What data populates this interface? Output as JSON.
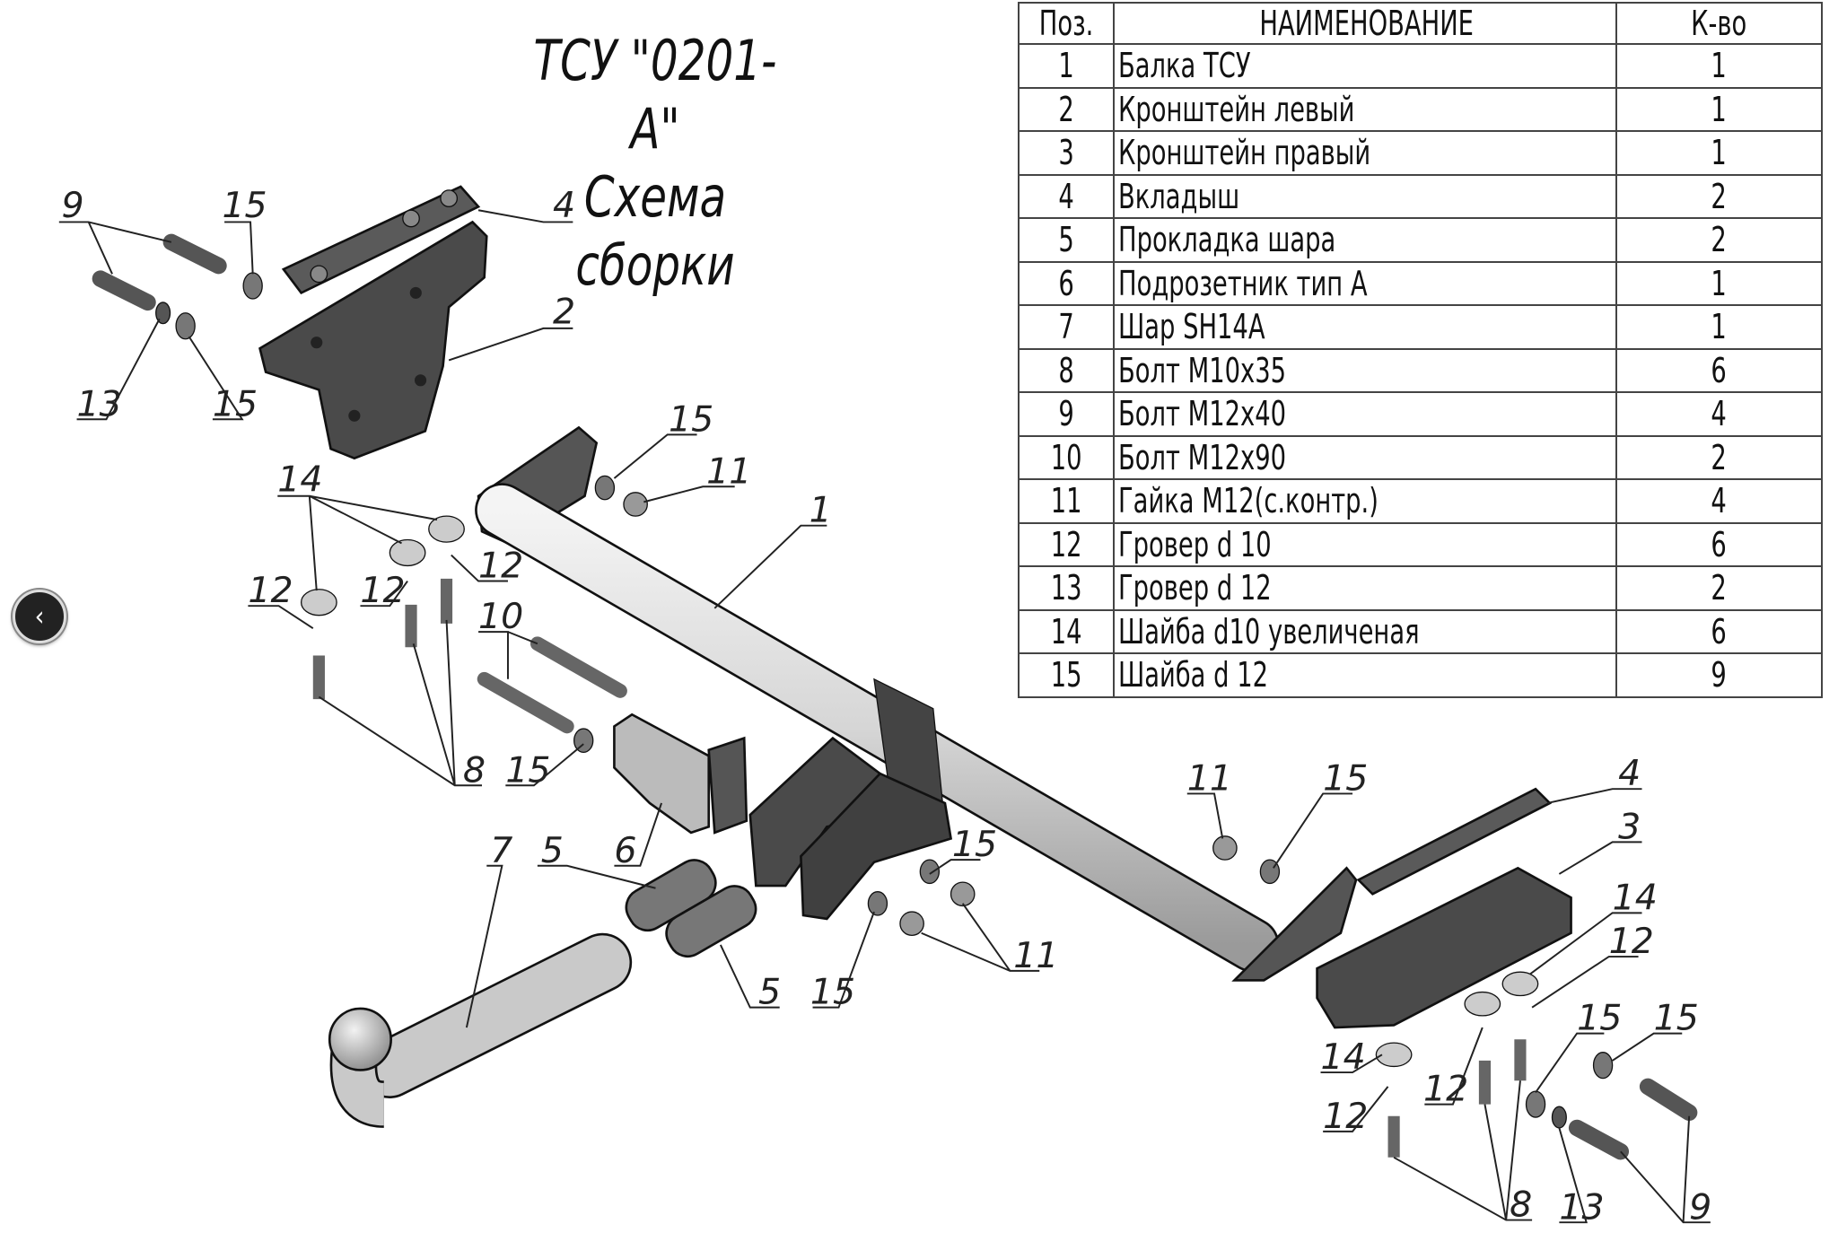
{
  "title": {
    "line1": "ТСУ \"0201-А\"",
    "line2": "Схема сборки"
  },
  "table": {
    "headers": {
      "pos": "Поз.",
      "name": "НАИМЕНОВАНИЕ",
      "qty": "К-во"
    },
    "rows": [
      {
        "pos": "1",
        "name": "Балка ТСУ",
        "qty": "1"
      },
      {
        "pos": "2",
        "name": "Кронштейн левый",
        "qty": "1"
      },
      {
        "pos": "3",
        "name": "Кронштейн правый",
        "qty": "1"
      },
      {
        "pos": "4",
        "name": "Вкладыш",
        "qty": "2"
      },
      {
        "pos": "5",
        "name": "Прокладка шара",
        "qty": "2"
      },
      {
        "pos": "6",
        "name": "Подрозетник тип А",
        "qty": "1"
      },
      {
        "pos": "7",
        "name": "Шар SH14A",
        "qty": "1"
      },
      {
        "pos": "8",
        "name": "Болт М10х35",
        "qty": "6"
      },
      {
        "pos": "9",
        "name": "Болт М12х40",
        "qty": "4"
      },
      {
        "pos": "10",
        "name": "Болт М12х90",
        "qty": "2"
      },
      {
        "pos": "11",
        "name": "Гайка М12(с.контр.)",
        "qty": "4"
      },
      {
        "pos": "12",
        "name": "Гровер d 10",
        "qty": "6"
      },
      {
        "pos": "13",
        "name": "Гровер d 12",
        "qty": "2"
      },
      {
        "pos": "14",
        "name": "Шайба d10 увеличеная",
        "qty": "6"
      },
      {
        "pos": "15",
        "name": "Шайба d 12",
        "qty": "9"
      }
    ]
  },
  "callouts": [
    "9",
    "15",
    "4",
    "2",
    "13",
    "15",
    "15",
    "11",
    "1",
    "14",
    "12",
    "12",
    "12",
    "10",
    "8",
    "15",
    "6",
    "7",
    "5",
    "5",
    "15",
    "11",
    "15",
    "11",
    "15",
    "4",
    "3",
    "14",
    "12",
    "15",
    "15",
    "14",
    "12",
    "12",
    "8",
    "13",
    "9"
  ],
  "nav": {
    "back_icon": "‹"
  }
}
